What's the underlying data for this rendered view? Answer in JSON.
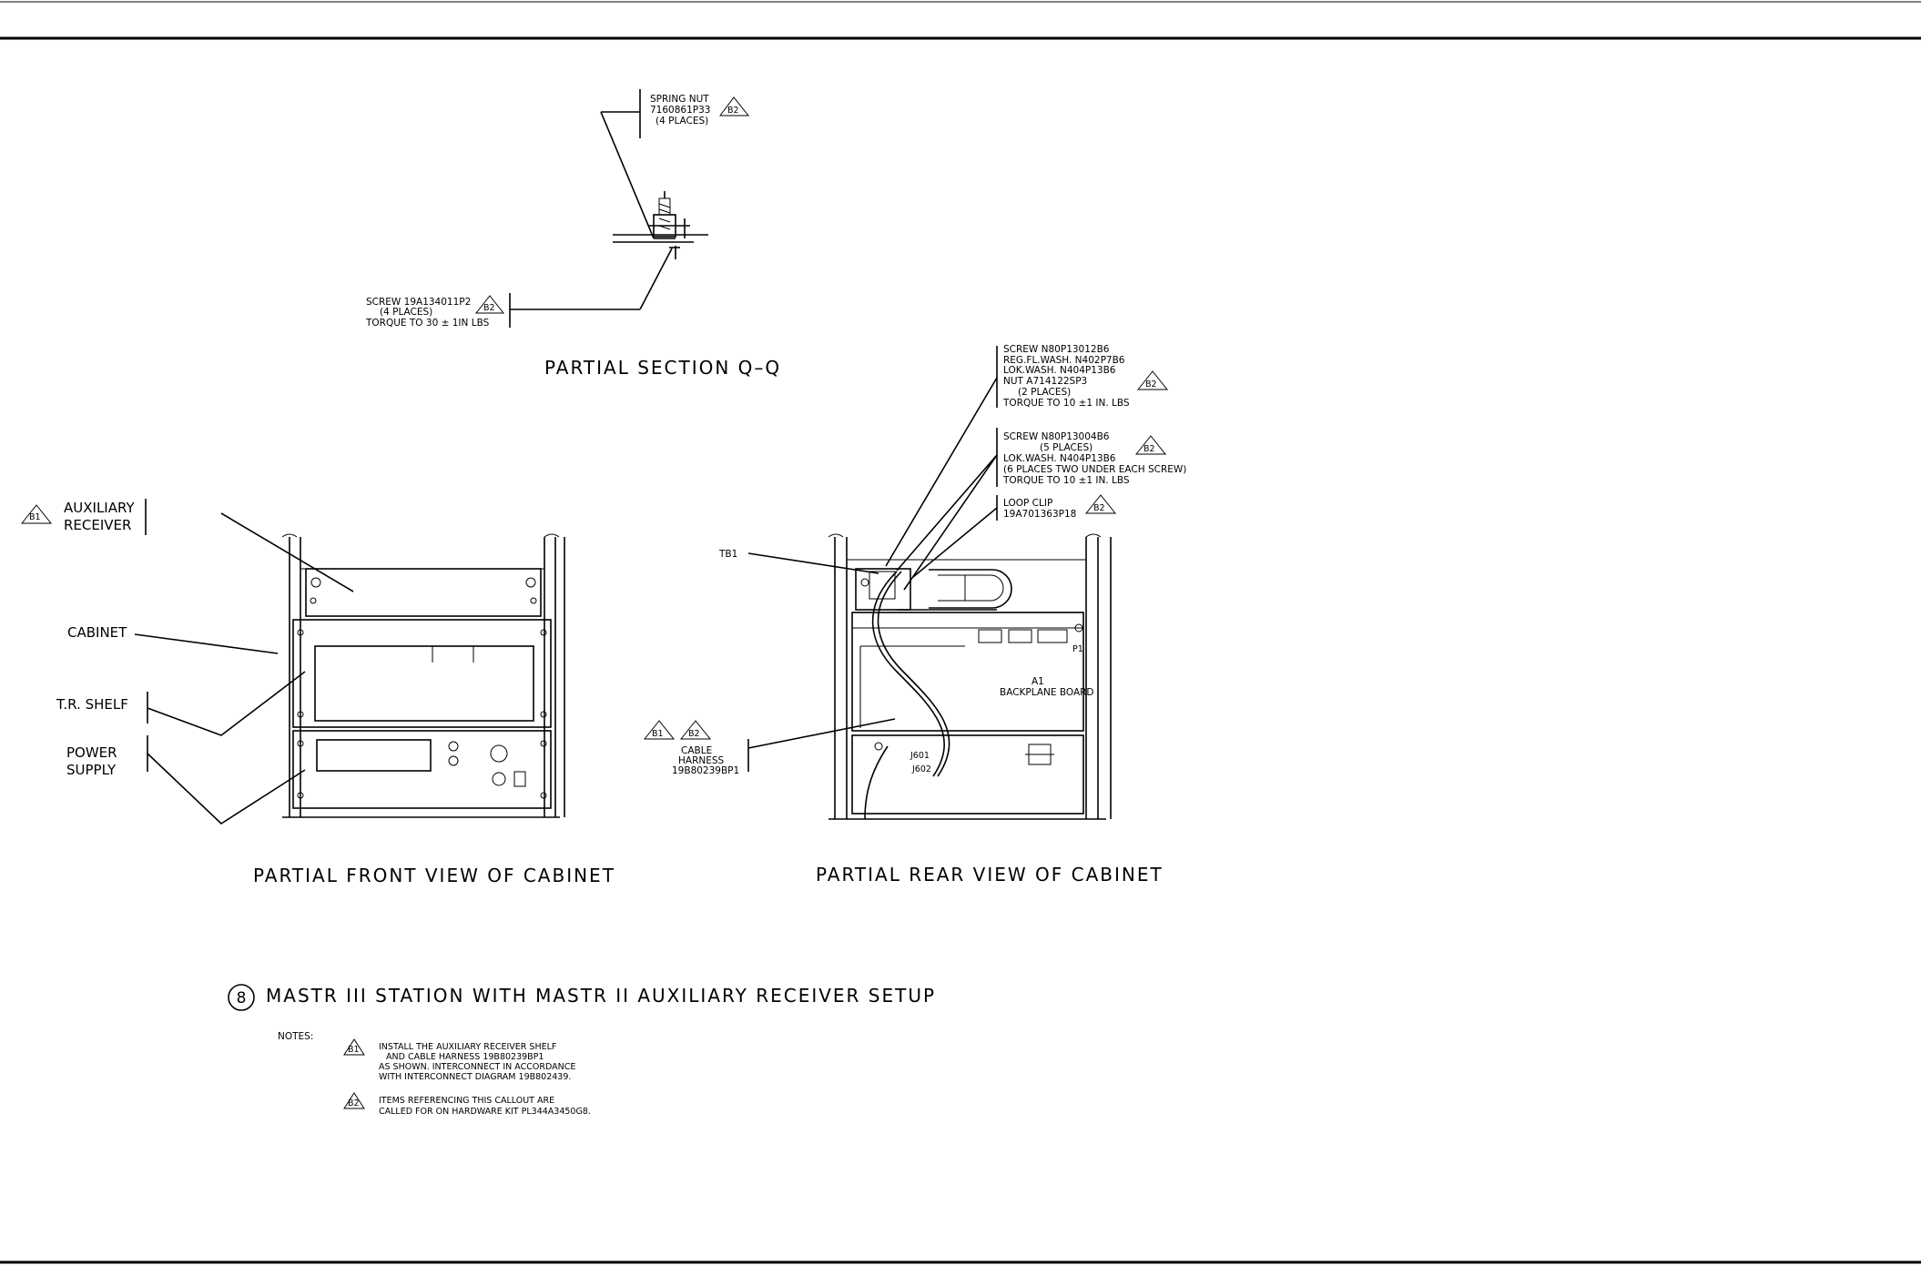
{
  "title": {
    "number": "8",
    "text": "MASTR III STATION WITH MASTR II AUXILIARY RECEIVER SETUP"
  },
  "section_qq": {
    "caption": "PARTIAL SECTION Q–Q",
    "spring_nut": [
      "SPRING NUT",
      "7160861P33",
      "(4 PLACES)"
    ],
    "screw": [
      "SCREW 19A134011P2",
      "(4 PLACES)",
      "TORQUE TO 30 ± 1IN LBS"
    ],
    "flag_b2": "B2"
  },
  "front_view": {
    "caption": "PARTIAL FRONT VIEW OF CABINET",
    "aux_receiver": [
      "AUXILIARY",
      "RECEIVER"
    ],
    "cabinet": "CABINET",
    "tr_shelf": "T.R. SHELF",
    "power_supply": [
      "POWER",
      "SUPPLY"
    ],
    "flag_b1": "B1"
  },
  "rear_view": {
    "caption": "PARTIAL REAR VIEW OF CABINET",
    "callout1": [
      "SCREW N80P13012B6",
      "REG.FL.WASH. N402P7B6",
      "LOK.WASH. N404P13B6",
      "NUT A714122SP3",
      "(2 PLACES)",
      "TORQUE TO 10 ±1 IN. LBS"
    ],
    "callout2": [
      "SCREW N80P13004B6",
      "(5 PLACES)",
      "LOK.WASH. N404P13B6",
      "(6 PLACES TWO UNDER EACH SCREW)",
      "TORQUE TO 10 ±1 IN. LBS"
    ],
    "loop_clip": [
      "LOOP CLIP",
      "19A701363P18"
    ],
    "tb1": "TB1",
    "cable": [
      "CABLE",
      "HARNESS",
      "19B80239BP1"
    ],
    "a1": [
      "A1",
      "BACKPLANE BOARD"
    ],
    "j601": "J601",
    "j602": "J602",
    "p1": "P1",
    "flag_b1": "B1",
    "flag_b2": "B2"
  },
  "notes": {
    "label": "NOTES:",
    "items": [
      {
        "flag": "B1",
        "lines": [
          "INSTALL THE AUXILIARY RECEIVER SHELF",
          "AND CABLE HARNESS 19B80239BP1",
          "AS SHOWN. INTERCONNECT IN ACCORDANCE",
          "WITH INTERCONNECT DIAGRAM 19B802439."
        ]
      },
      {
        "flag": "B2",
        "lines": [
          "ITEMS REFERENCING THIS CALLOUT ARE",
          "CALLED FOR ON HARDWARE KIT PL344A3450G8."
        ]
      }
    ]
  }
}
